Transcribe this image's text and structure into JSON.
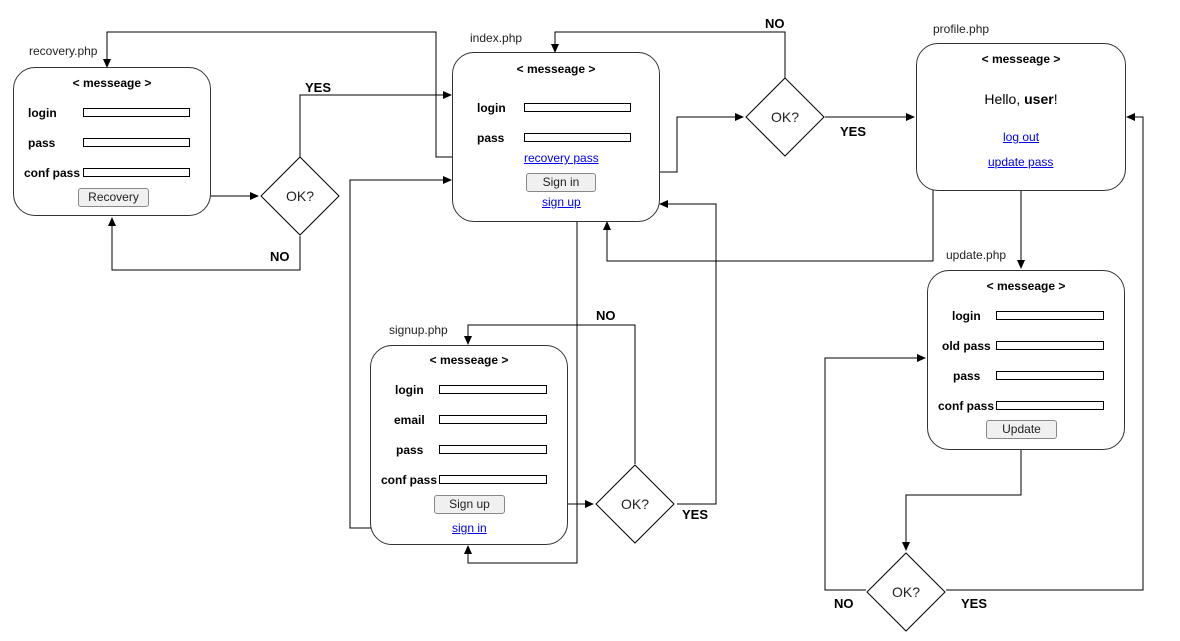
{
  "pages": {
    "recovery": {
      "file": "recovery.php",
      "message": "< messeage >",
      "labels": {
        "login": "login",
        "pass": "pass",
        "conf_pass": "conf pass"
      },
      "button": "Recovery"
    },
    "index": {
      "file": "index.php",
      "message": "< messeage >",
      "labels": {
        "login": "login",
        "pass": "pass"
      },
      "recovery_link": "recovery pass",
      "button": "Sign in",
      "signup_link": "sign up"
    },
    "profile": {
      "file": "profile.php",
      "message": "< messeage >",
      "hello_prefix": "Hello, ",
      "hello_user": "user",
      "hello_suffix": "!",
      "logout_link": "log out",
      "update_link": "update pass"
    },
    "signup": {
      "file": "signup.php",
      "message": "< messeage >",
      "labels": {
        "login": "login",
        "email": "email",
        "pass": "pass",
        "conf_pass": "conf pass"
      },
      "button": "Sign up",
      "signin_link": "sign in"
    },
    "update": {
      "file": "update.php",
      "message": "< messeage >",
      "labels": {
        "login": "login",
        "old_pass": "old pass",
        "pass": "pass",
        "conf_pass": "conf pass"
      },
      "button": "Update"
    }
  },
  "decisions": {
    "recovery_check": {
      "text": "OK?",
      "yes": "YES",
      "no": "NO"
    },
    "index_check": {
      "text": "OK?",
      "yes": "YES",
      "no": "NO"
    },
    "signup_check": {
      "text": "OK?",
      "yes": "YES",
      "no": "NO"
    },
    "update_check": {
      "text": "OK?",
      "yes": "YES",
      "no": "NO"
    }
  },
  "colors": {
    "link": "#0000ee",
    "line": "#000000",
    "button_bg": "#f0f0f0"
  }
}
